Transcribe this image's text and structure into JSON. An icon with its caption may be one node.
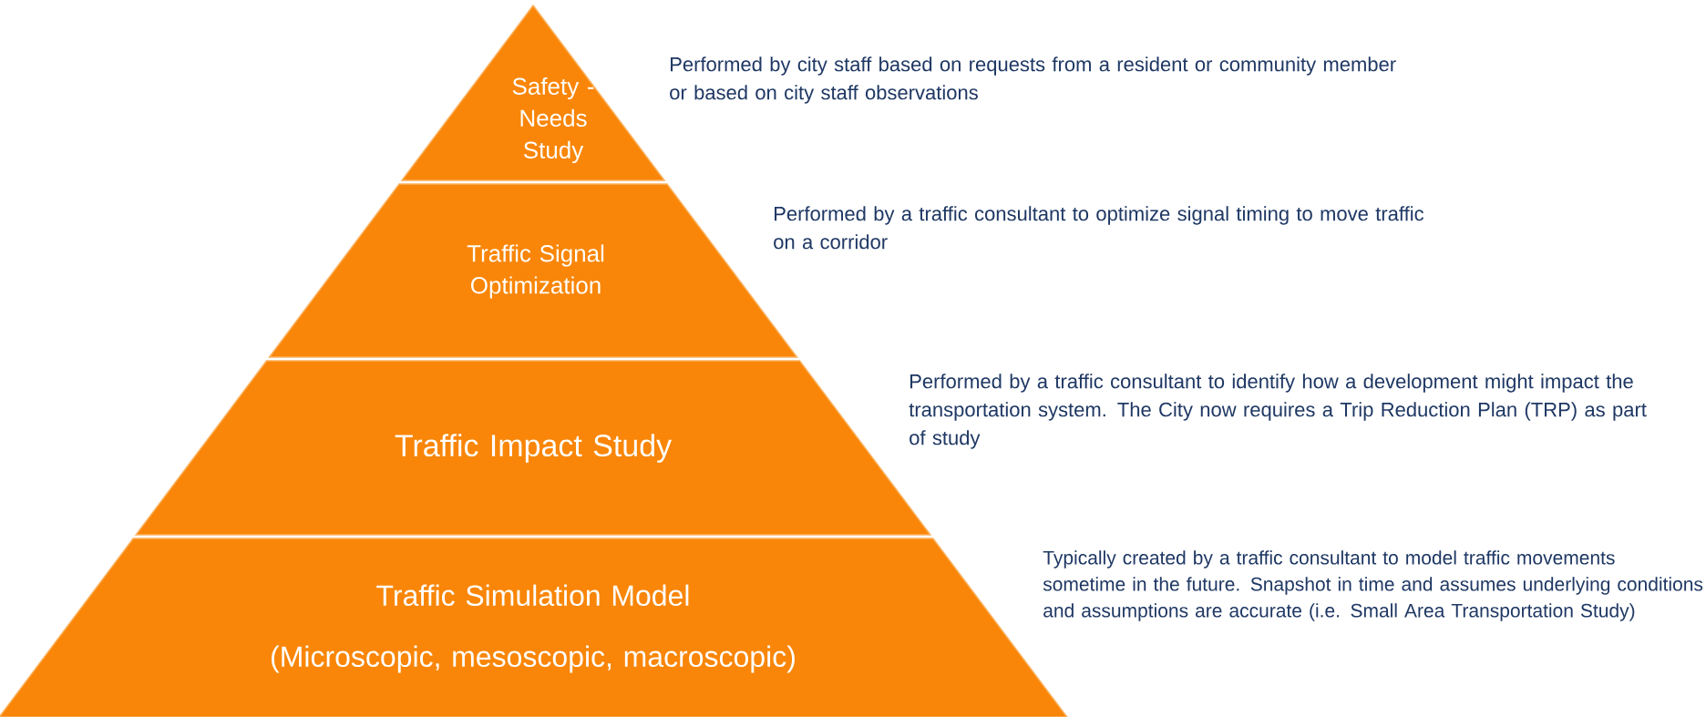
{
  "diagram": {
    "nodes": [
      {
        "text": [
          "Safety - Needs Study"
        ],
        "beside": [
          "Performed by city staff based on requests from a resident or community member or based on city staff observations"
        ]
      },
      {
        "text": [
          "Traffic Signal Optimization"
        ],
        "beside": [
          "Performed by a traffic consultant to optimize signal timing to move traffic on a corridor"
        ]
      },
      {
        "text": [
          "Traffic Impact Study"
        ],
        "beside": [
          "Performed by a traffic consultant to identify how a development might impact the transportation system. The City now requires a Trip Reduction Plan (TRP) as part of study"
        ]
      },
      {
        "text": [
          "Traffic Simulation Model",
          "(Microscopic, mesoscopic, macroscopic)"
        ],
        "beside": [
          "Typically created by a traffic consultant to model traffic movements sometime in the future. Snapshot in time and assumes underlying conditions and assumptions are accurate (i.e. Small Area Transportation Study)"
        ]
      }
    ]
  }
}
